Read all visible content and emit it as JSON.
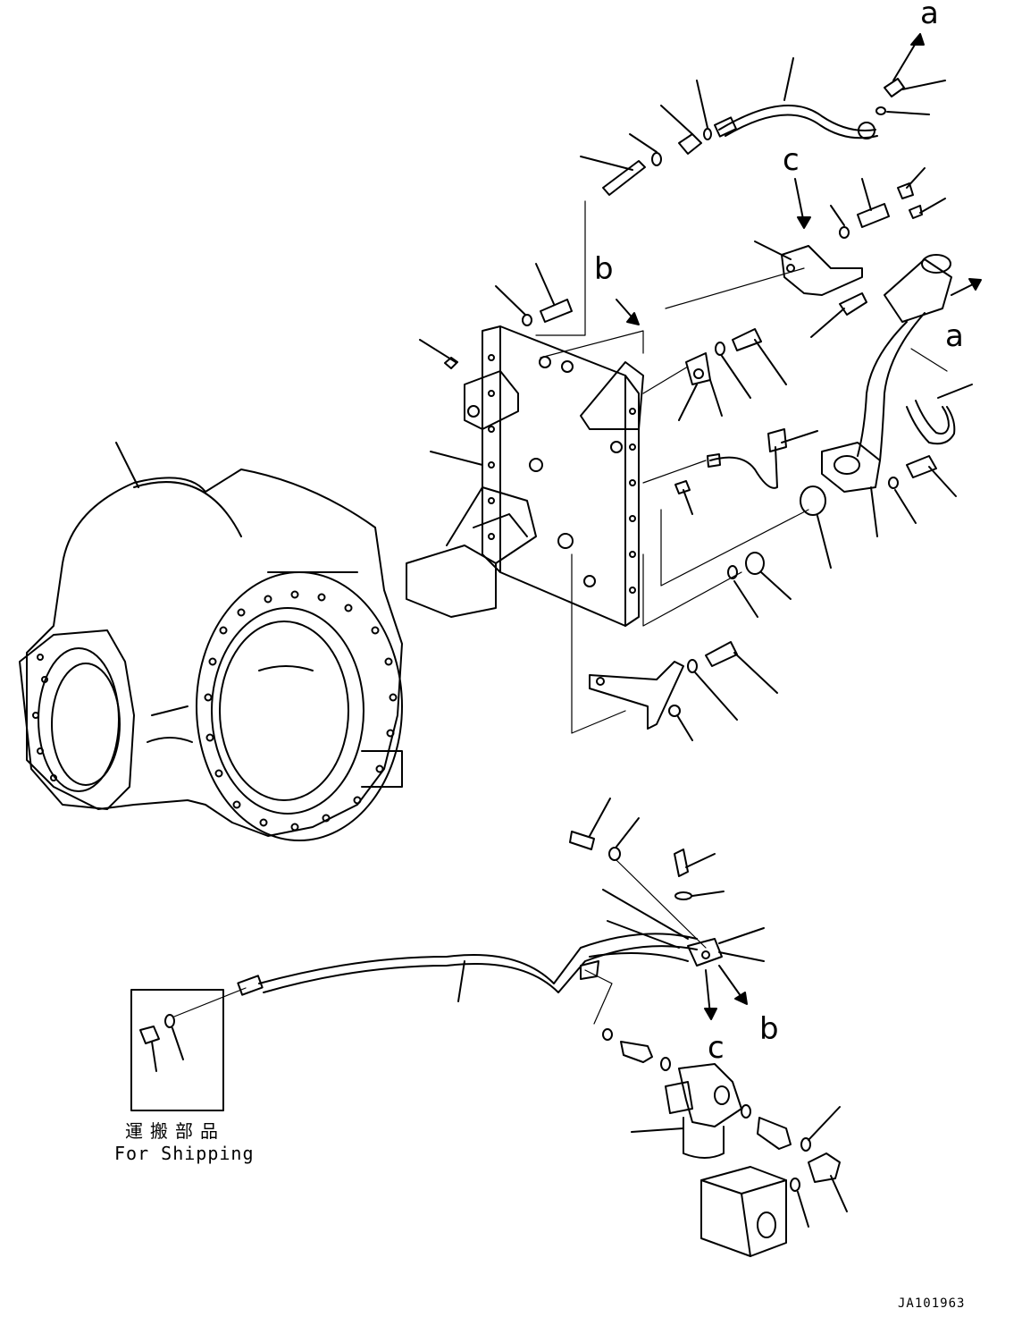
{
  "callouts": {
    "a_top": "a",
    "a_right": "a",
    "b_top": "b",
    "b_bottom": "b",
    "c_top": "c",
    "c_bottom": "c"
  },
  "shipping": {
    "jp": "運搬部品",
    "en": "For Shipping"
  },
  "drawing_code": "JA101963"
}
